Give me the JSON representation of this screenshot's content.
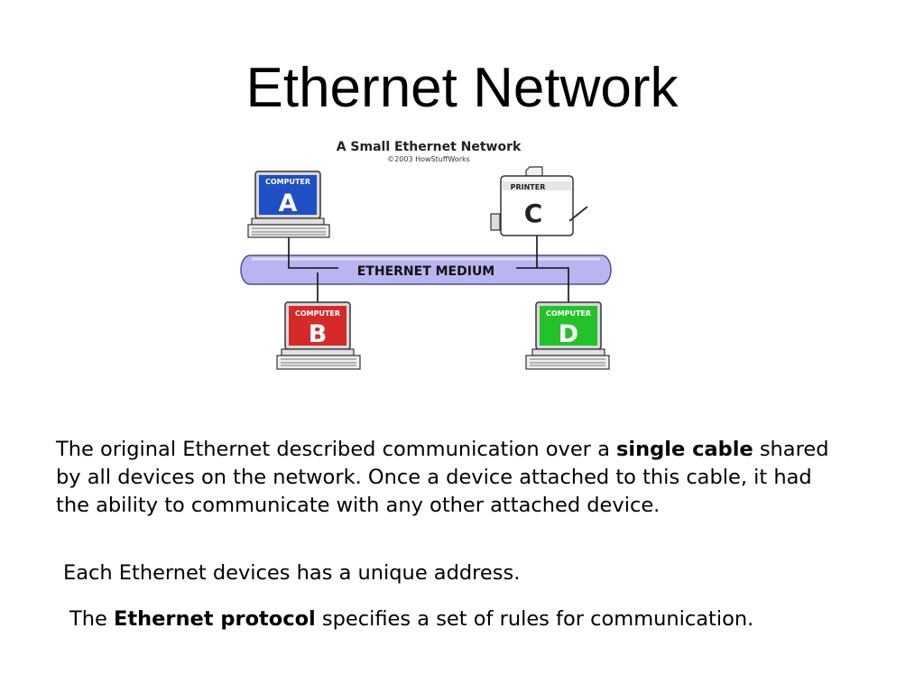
{
  "slide": {
    "title": "Ethernet Network"
  },
  "diagram": {
    "title": "A Small Ethernet Network",
    "copyright": "©2003 HowStuffWorks",
    "medium_label": "ETHERNET MEDIUM",
    "colors": {
      "computer_a": "#1f4fc4",
      "computer_b": "#d42a2a",
      "computer_c": "#ffffff",
      "computer_d": "#23c22b",
      "medium": "#b9b5f0"
    },
    "nodes": {
      "a": {
        "type": "COMPUTER",
        "letter": "A"
      },
      "b": {
        "type": "COMPUTER",
        "letter": "B"
      },
      "c": {
        "type": "PRINTER",
        "letter": "C"
      },
      "d": {
        "type": "COMPUTER",
        "letter": "D"
      }
    }
  },
  "body": {
    "p1_a": "The original Ethernet described communication over a ",
    "p1_b": "single cable",
    "p1_c": " shared by all devices on the network. Once a device attached to this cable, it had the ability to communicate with any other attached device.",
    "p2": "Each Ethernet devices has a unique address.",
    "p3_a": "The ",
    "p3_b": "Ethernet protocol",
    "p3_c": " specifies a set of rules for communication."
  }
}
